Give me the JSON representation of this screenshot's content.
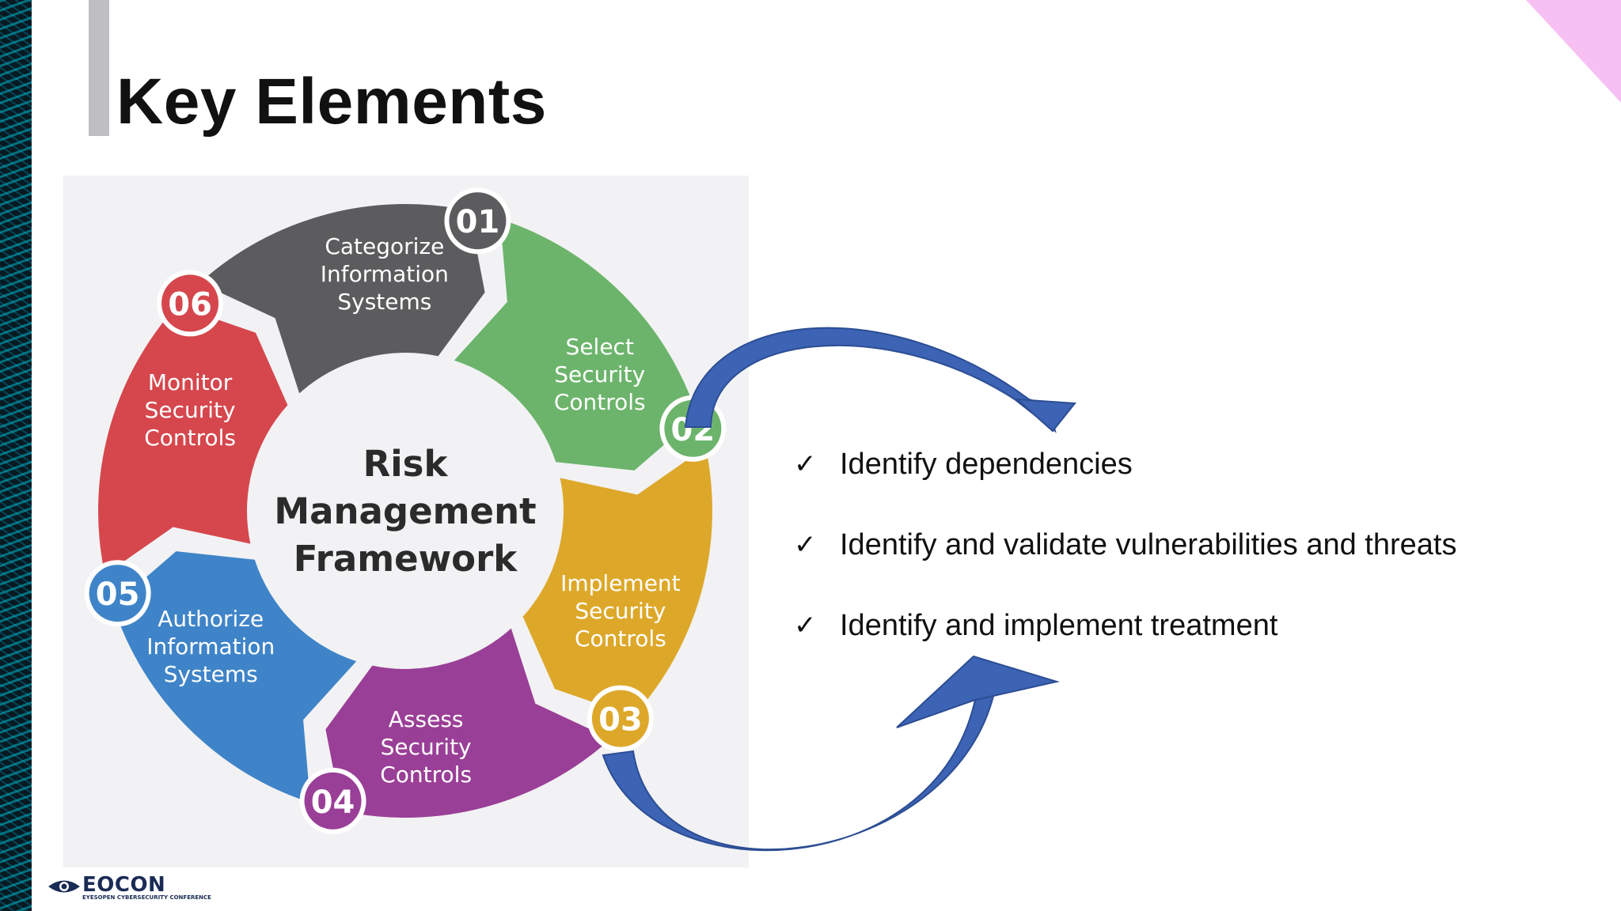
{
  "slide": {
    "title": "Key Elements"
  },
  "diagram": {
    "center_lines": [
      "Risk",
      "Management",
      "Framework"
    ],
    "steps": [
      {
        "number": "01",
        "lines": [
          "Categorize",
          "Information",
          "Systems"
        ],
        "color": "#5c5c5e"
      },
      {
        "number": "02",
        "lines": [
          "Select",
          "Security",
          "Controls"
        ],
        "color": "#6cb46b"
      },
      {
        "number": "03",
        "lines": [
          "Implement",
          "Security",
          "Controls"
        ],
        "color": "#dda82a"
      },
      {
        "number": "04",
        "lines": [
          "Assess",
          "Security",
          "Controls"
        ],
        "color": "#9a3f97"
      },
      {
        "number": "05",
        "lines": [
          "Authorize",
          "Information",
          "Systems"
        ],
        "color": "#3f84c8"
      },
      {
        "number": "06",
        "lines": [
          "Monitor",
          "Security",
          "Controls"
        ],
        "color": "#d5474d"
      }
    ],
    "arrow_color": "#3c63b4"
  },
  "bullets": [
    {
      "check": "✓",
      "text": "Identify dependencies"
    },
    {
      "check": "✓",
      "text": "Identify and validate vulnerabilities and threats"
    },
    {
      "check": "✓",
      "text": "Identify and implement treatment"
    }
  ],
  "logo": {
    "name": "EOCON",
    "tagline": "EYESOPEN CYBERSECURITY CONFERENCE"
  }
}
